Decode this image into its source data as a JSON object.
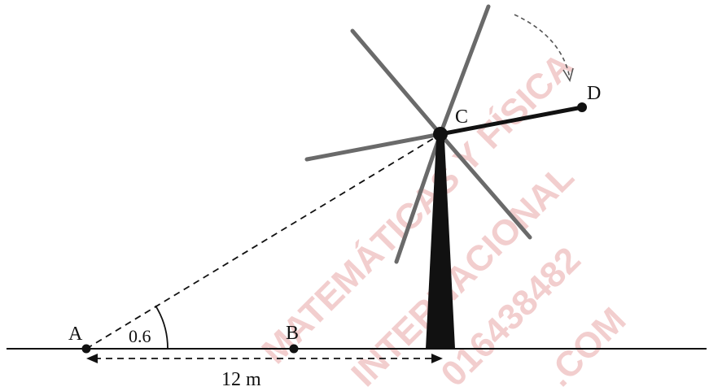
{
  "diagram": {
    "points": {
      "A": "A",
      "B": "B",
      "C": "C",
      "D": "D"
    },
    "angle_label": "0.6",
    "distance_label": "12 m"
  },
  "watermark": {
    "lines": [
      "MATEMÁTICAS Y FÍSICA",
      "INTERNACIONAL",
      "016438482",
      ".COM"
    ],
    "color": "#e9a7a7"
  },
  "colors": {
    "ground": "#111111",
    "tower": "#111111",
    "blades_gray": "#6a6a6a",
    "blade_highlight": "#111111",
    "dashed": "#111111"
  }
}
